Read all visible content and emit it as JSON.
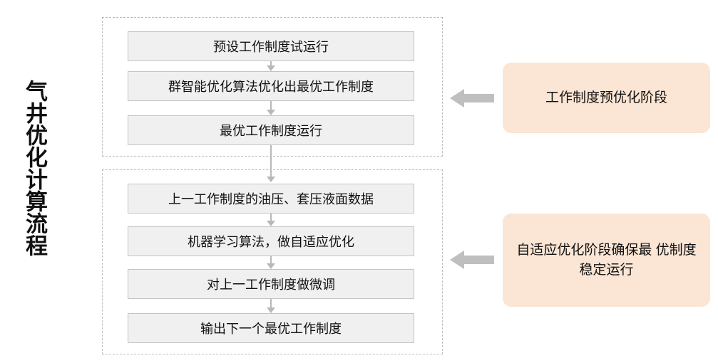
{
  "figure": {
    "vertical_title": "气井优化计算流程"
  },
  "groups": {
    "preoptimization": {
      "steps": [
        {
          "label": "预设工作制度试运行"
        },
        {
          "label": "群智能优化算法优化出最优工作制度"
        },
        {
          "label": "最优工作制度运行"
        }
      ]
    },
    "adaptive": {
      "steps": [
        {
          "label": "上一工作制度的油压、套压液面数据"
        },
        {
          "label": "机器学习算法，做自适应优化"
        },
        {
          "label": "对上一工作制度做微调"
        },
        {
          "label": "输出下一个最优工作制度"
        }
      ]
    }
  },
  "phases": [
    {
      "label": "工作制度预优化阶段"
    },
    {
      "label": "自适应优化阶段确保最\n优制度稳定运行"
    }
  ],
  "icons": {
    "down_arrow": "down-arrow-icon",
    "left_block_arrow": "left-block-arrow-icon"
  },
  "colors": {
    "step_fill": "#f0f0f0",
    "step_border": "#c4c4c4",
    "group_border": "#bdbdbd",
    "connector": "#b8b8b8",
    "phase_fill": "#fbe5d4",
    "block_arrow": "#bfbfbf",
    "text": "#111111"
  }
}
